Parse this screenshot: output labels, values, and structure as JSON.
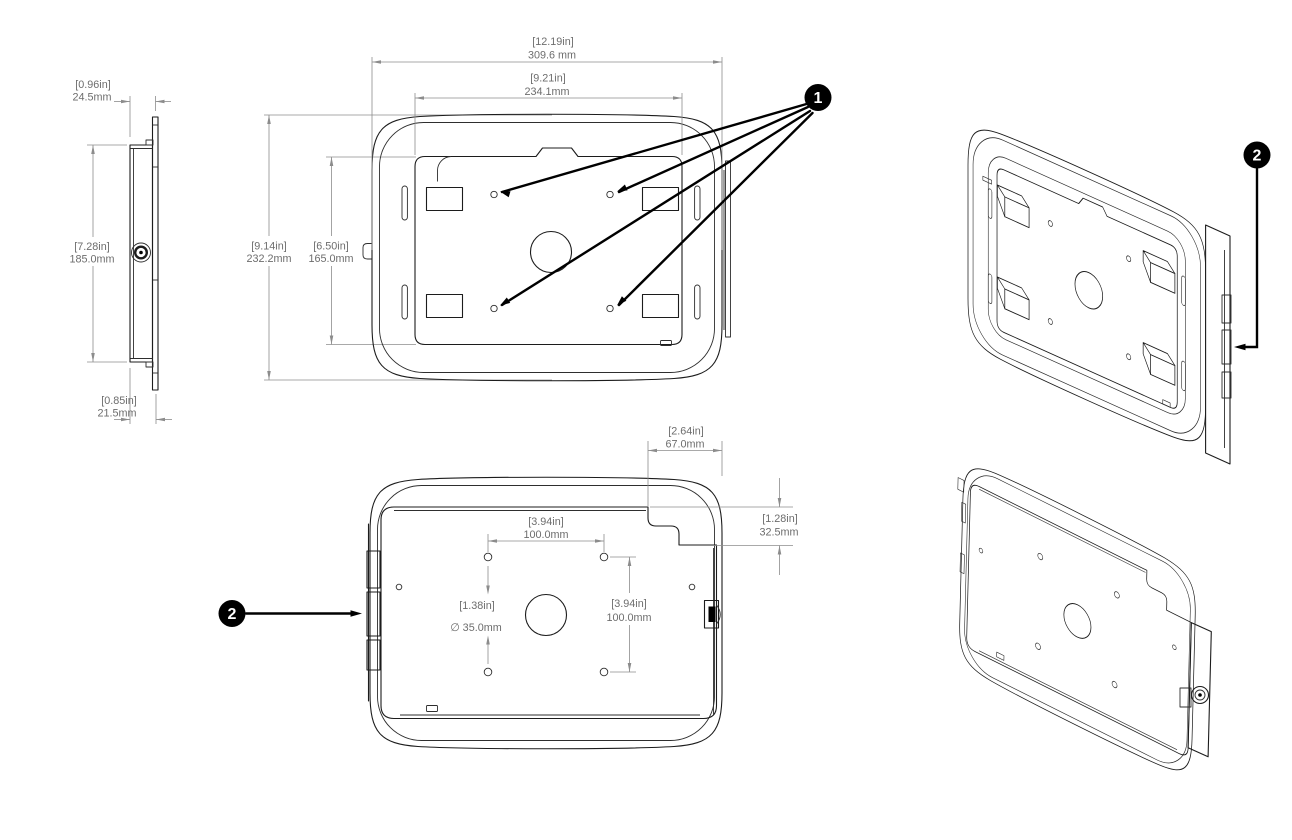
{
  "drawing": {
    "title": "Tablet enclosure mounting dimension drawing",
    "line_color": "#1c1c1c",
    "dim_line_color": "#8c8c8c",
    "dim_text_color": "#6d6d6d",
    "callout_bg": "#000000",
    "callout_fg": "#ffffff"
  },
  "views": {
    "side": {
      "name": "side-profile-view",
      "dims": {
        "top_depth_in": "[0.96in]",
        "top_depth_mm": "24.5mm",
        "height_in": "[7.28in]",
        "height_mm": "185.0mm",
        "bottom_depth_in": "[0.85in]",
        "bottom_depth_mm": "21.5mm"
      }
    },
    "front": {
      "name": "front-interior-view",
      "dims": {
        "outer_width_in": "[12.19in]",
        "outer_width_mm": "309.6 mm",
        "plate_width_in": "[9.21in]",
        "plate_width_mm": "234.1mm",
        "outer_height_in": "[9.14in]",
        "outer_height_mm": "232.2mm",
        "plate_height_in": "[6.50in]",
        "plate_height_mm": "165.0mm"
      }
    },
    "bottom": {
      "name": "back-door-view",
      "dims": {
        "corner_offset_in": "[2.64in]",
        "corner_offset_mm": "67.0mm",
        "corner_drop_in": "[1.28in]",
        "corner_drop_mm": "32.5mm",
        "vesa_width_in": "[3.94in]",
        "vesa_width_mm": "100.0mm",
        "center_hole_in": "[1.38in]",
        "center_hole_mm": "∅ 35.0mm",
        "vesa_height_in": "[3.94in]",
        "vesa_height_mm": "100.0mm"
      }
    },
    "iso_rear": {
      "name": "isometric-front-view"
    },
    "iso_back": {
      "name": "isometric-back-view"
    }
  },
  "callouts": {
    "mount_holes": "1",
    "hinge": "2"
  }
}
